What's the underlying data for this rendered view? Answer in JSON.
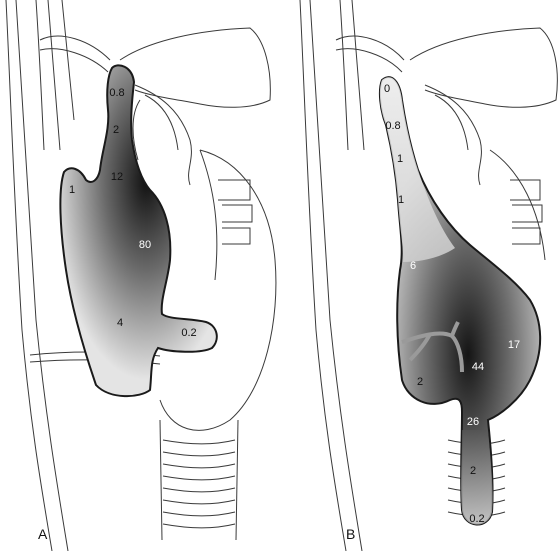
{
  "panels": [
    {
      "label": "A",
      "values": [
        "0.8",
        "2",
        "12",
        "1",
        "80",
        "4",
        "0.2"
      ]
    },
    {
      "label": "B",
      "values": [
        "0",
        "0.8",
        "1",
        "1",
        "6",
        "17",
        "2",
        "44",
        "26",
        "2",
        "0.2"
      ]
    }
  ],
  "colors": {
    "line": "#333333",
    "outline": "#1a1a1a",
    "shade_dark": "#111111",
    "shade_light": "#e6e6e6"
  }
}
